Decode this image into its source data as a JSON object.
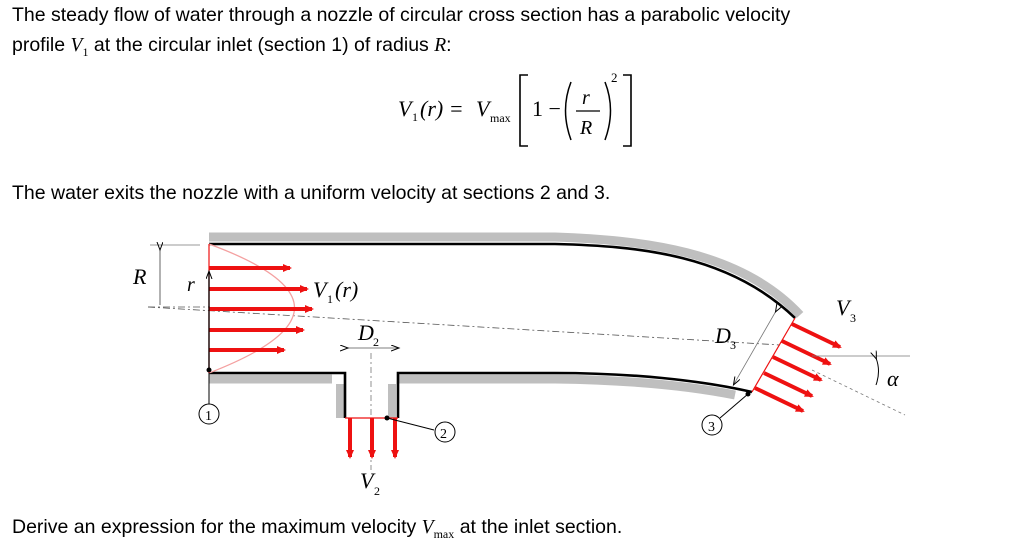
{
  "problem": {
    "intro_1": "The steady flow of water through a nozzle of circular cross section has a parabolic velocity",
    "intro_2a": "profile",
    "intro_2_var": "V",
    "intro_2_sub": "1",
    "intro_2b": "at the circular inlet (section 1) of radius",
    "intro_2_radius": "R",
    "intro_2_colon": ":",
    "equation": {
      "lhs_v": "V",
      "lhs_sub": "1",
      "lhs_arg": "(r) =",
      "rhs_v": "V",
      "rhs_sub": "max",
      "one_minus": "1 −",
      "num": "r",
      "den": "R",
      "power": "2"
    },
    "exit_statement": "The water exits the nozzle with a uniform velocity at sections 2 and 3.",
    "question_a": "Derive an expression for the maximum velocity",
    "question_var": "V",
    "question_sub": "max",
    "question_b": "at the inlet section."
  },
  "figure": {
    "label_R": "R",
    "label_r": "r",
    "label_V1": "V",
    "label_V1_sub": "1",
    "label_V1_arg": "(r)",
    "label_D2": "D",
    "label_D2_sub": "2",
    "label_D3": "D",
    "label_D3_sub": "3",
    "label_V2": "V",
    "label_V2_sub": "2",
    "label_V3": "V",
    "label_V3_sub": "3",
    "label_alpha": "α",
    "section_1": "1",
    "section_2": "2",
    "section_3": "3",
    "colors": {
      "arrow": "#ee1111",
      "wall": "#000000",
      "shadow": "#bfbfbf",
      "profile": "#ee1111"
    }
  }
}
